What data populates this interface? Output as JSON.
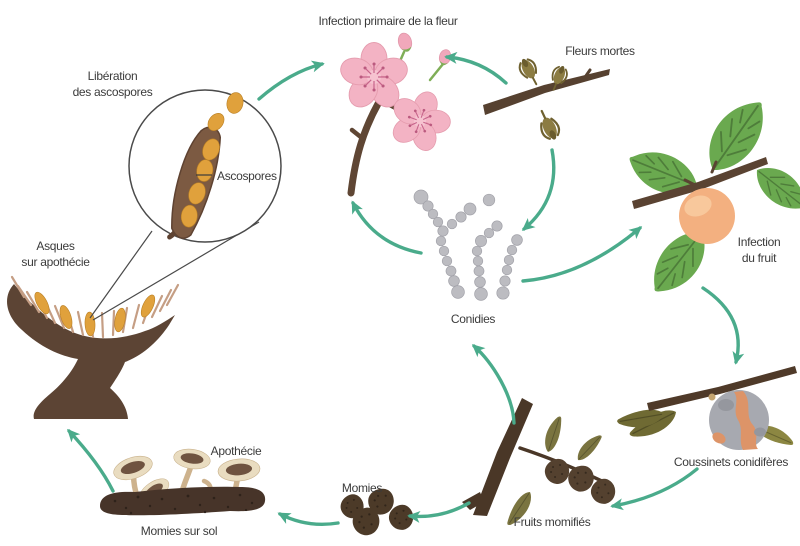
{
  "labels": {
    "primary_flower_infection": "Infection primaire de la fleur",
    "dead_flowers": "Fleurs mortes",
    "fruit_infection": "Infection\ndu fruit",
    "conidial_cushions": "Coussinets conidifères",
    "mummified_fruits": "Fruits momifiés",
    "mummies": "Momies",
    "mummies_on_soil": "Momies sur sol",
    "apothecium": "Apothécie",
    "asci_on_apothecium": "Asques\nsur apothécie",
    "ascospore_release": "Libération\ndes ascospores",
    "ascospores": "Ascospores",
    "conidia": "Conidies"
  },
  "colors": {
    "arrow_teal": "#4aab8b",
    "label_text": "#3b3b3b",
    "blossom_pink": "#f3b3c4",
    "leaf_green": "#6aa94f",
    "fruit_orange": "#f3b080",
    "rot_gray": "#a7a9b0",
    "spore_orange": "#e0a13c",
    "conidia_gray": "#bcbcc1",
    "wood_brown": "#5a4332",
    "mummy_brown": "#4c3a28",
    "soil_brown": "#473429"
  },
  "cycle_arrows": [
    {
      "from": "ascospore_release",
      "to": "primary_flower_infection"
    },
    {
      "from": "dead_flowers",
      "to": "primary_flower_infection"
    },
    {
      "from": "dead_flowers",
      "to": "conidia"
    },
    {
      "from": "conidia",
      "to": "primary_flower_infection"
    },
    {
      "from": "conidia",
      "to": "fruit_infection"
    },
    {
      "from": "fruit_infection",
      "to": "conidial_cushions"
    },
    {
      "from": "conidial_cushions",
      "to": "mummified_fruits"
    },
    {
      "from": "mummified_fruits",
      "to": "conidia"
    },
    {
      "from": "mummified_fruits",
      "to": "mummies"
    },
    {
      "from": "mummies",
      "to": "mummies_on_soil"
    },
    {
      "from": "mummies_on_soil",
      "to": "asci_on_apothecium"
    }
  ]
}
